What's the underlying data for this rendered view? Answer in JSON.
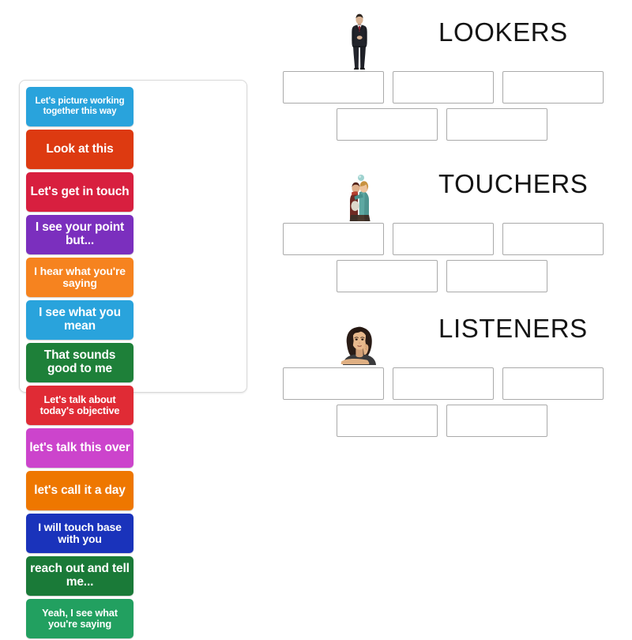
{
  "activity": {
    "type": "group-sort",
    "tray_label": "phrase-tiles"
  },
  "tiles": [
    {
      "text": "Let's picture working together this way",
      "color": "#29a3dc",
      "size": "fs-12"
    },
    {
      "text": "Look at this",
      "color": "#dd3a11",
      "size": "fs-15"
    },
    {
      "text": "Let's get in touch",
      "color": "#d81f3f",
      "size": "fs-15"
    },
    {
      "text": "I see your point but...",
      "color": "#7b2fbe",
      "size": "fs-15"
    },
    {
      "text": "I hear what you're saying",
      "color": "#f6831f",
      "size": "fs-14"
    },
    {
      "text": "I see what you mean",
      "color": "#29a3dc",
      "size": "fs-15"
    },
    {
      "text": "That sounds good to me",
      "color": "#1e8039",
      "size": "fs-15"
    },
    {
      "text": "Let's talk about today's objective",
      "color": "#e02b35",
      "size": "fs-13"
    },
    {
      "text": "let's talk this over",
      "color": "#cc44cc",
      "size": "fs-15"
    },
    {
      "text": "let's call it a day",
      "color": "#ee7700",
      "size": "fs-15"
    },
    {
      "text": "I will touch base with you",
      "color": "#1a33bb",
      "size": "fs-14"
    },
    {
      "text": "reach out and tell me...",
      "color": "#1a7a38",
      "size": "fs-15"
    },
    {
      "text": "Yeah, I see what you're saying",
      "color": "#22a060",
      "size": "fs-13"
    }
  ],
  "groups": [
    {
      "title": "LOOKERS",
      "figure": "businessman-standing-image",
      "dropzones_row1": [
        "",
        "",
        ""
      ],
      "dropzones_row2": [
        "",
        ""
      ]
    },
    {
      "title": "TOUCHERS",
      "figure": "two-people-hugging-image",
      "dropzones_row1": [
        "",
        "",
        ""
      ],
      "dropzones_row2": [
        "",
        ""
      ]
    },
    {
      "title": "LISTENERS",
      "figure": "woman-resting-chin-listening-image",
      "dropzones_row1": [
        "",
        "",
        ""
      ],
      "dropzones_row2": [
        "",
        ""
      ]
    }
  ],
  "colors": {
    "page_background": "#ffffff",
    "tray_border": "#d9d9d9",
    "dropzone_border": "#aaaaaa",
    "title_text": "#141414",
    "tile_text": "#ffffff"
  }
}
